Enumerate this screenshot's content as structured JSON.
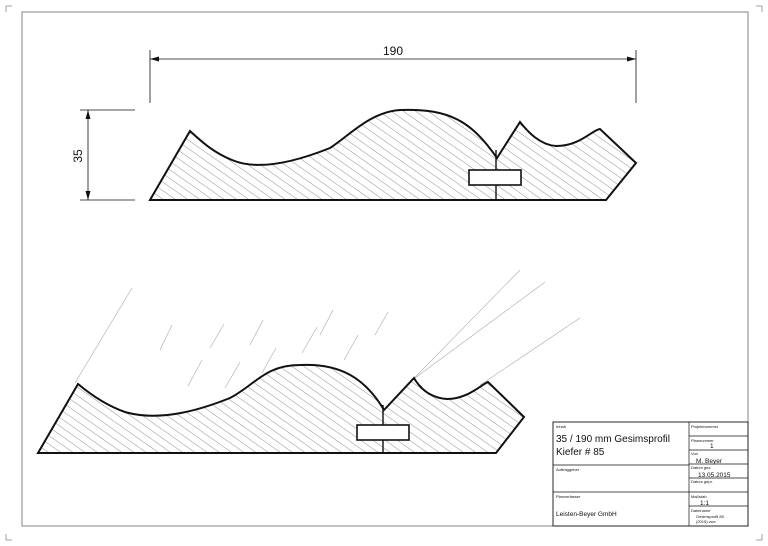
{
  "drawing": {
    "dimension_width": "190",
    "dimension_height": "35"
  },
  "title_block": {
    "inhalt_label": "Inhalt",
    "title_line1": "35 / 190 mm Gesimsprofil",
    "title_line2": "Kiefer # 85",
    "auftraggeber_label": "Auftraggeber",
    "planverfasser_label": "Planverfasser",
    "planverfasser_value": "Leisten-Beyer GmbH",
    "projektnummer_label": "Projektnummer",
    "plannummer_label": "Plannummer",
    "plannummer_value": "1",
    "von_label": "Von",
    "von_value": "M. Beyer",
    "datum_label": "Datum gez.",
    "datum_value": "13.05.2015",
    "datum_gepr_label": "Datum gepr.",
    "massstab_label": "Maßstab",
    "massstab_value": "1:1",
    "dateiname_label": "Dateiname",
    "dateiname_value_1": "Gesimsprofil 85",
    "dateiname_value_2": "(2015).vwx"
  }
}
